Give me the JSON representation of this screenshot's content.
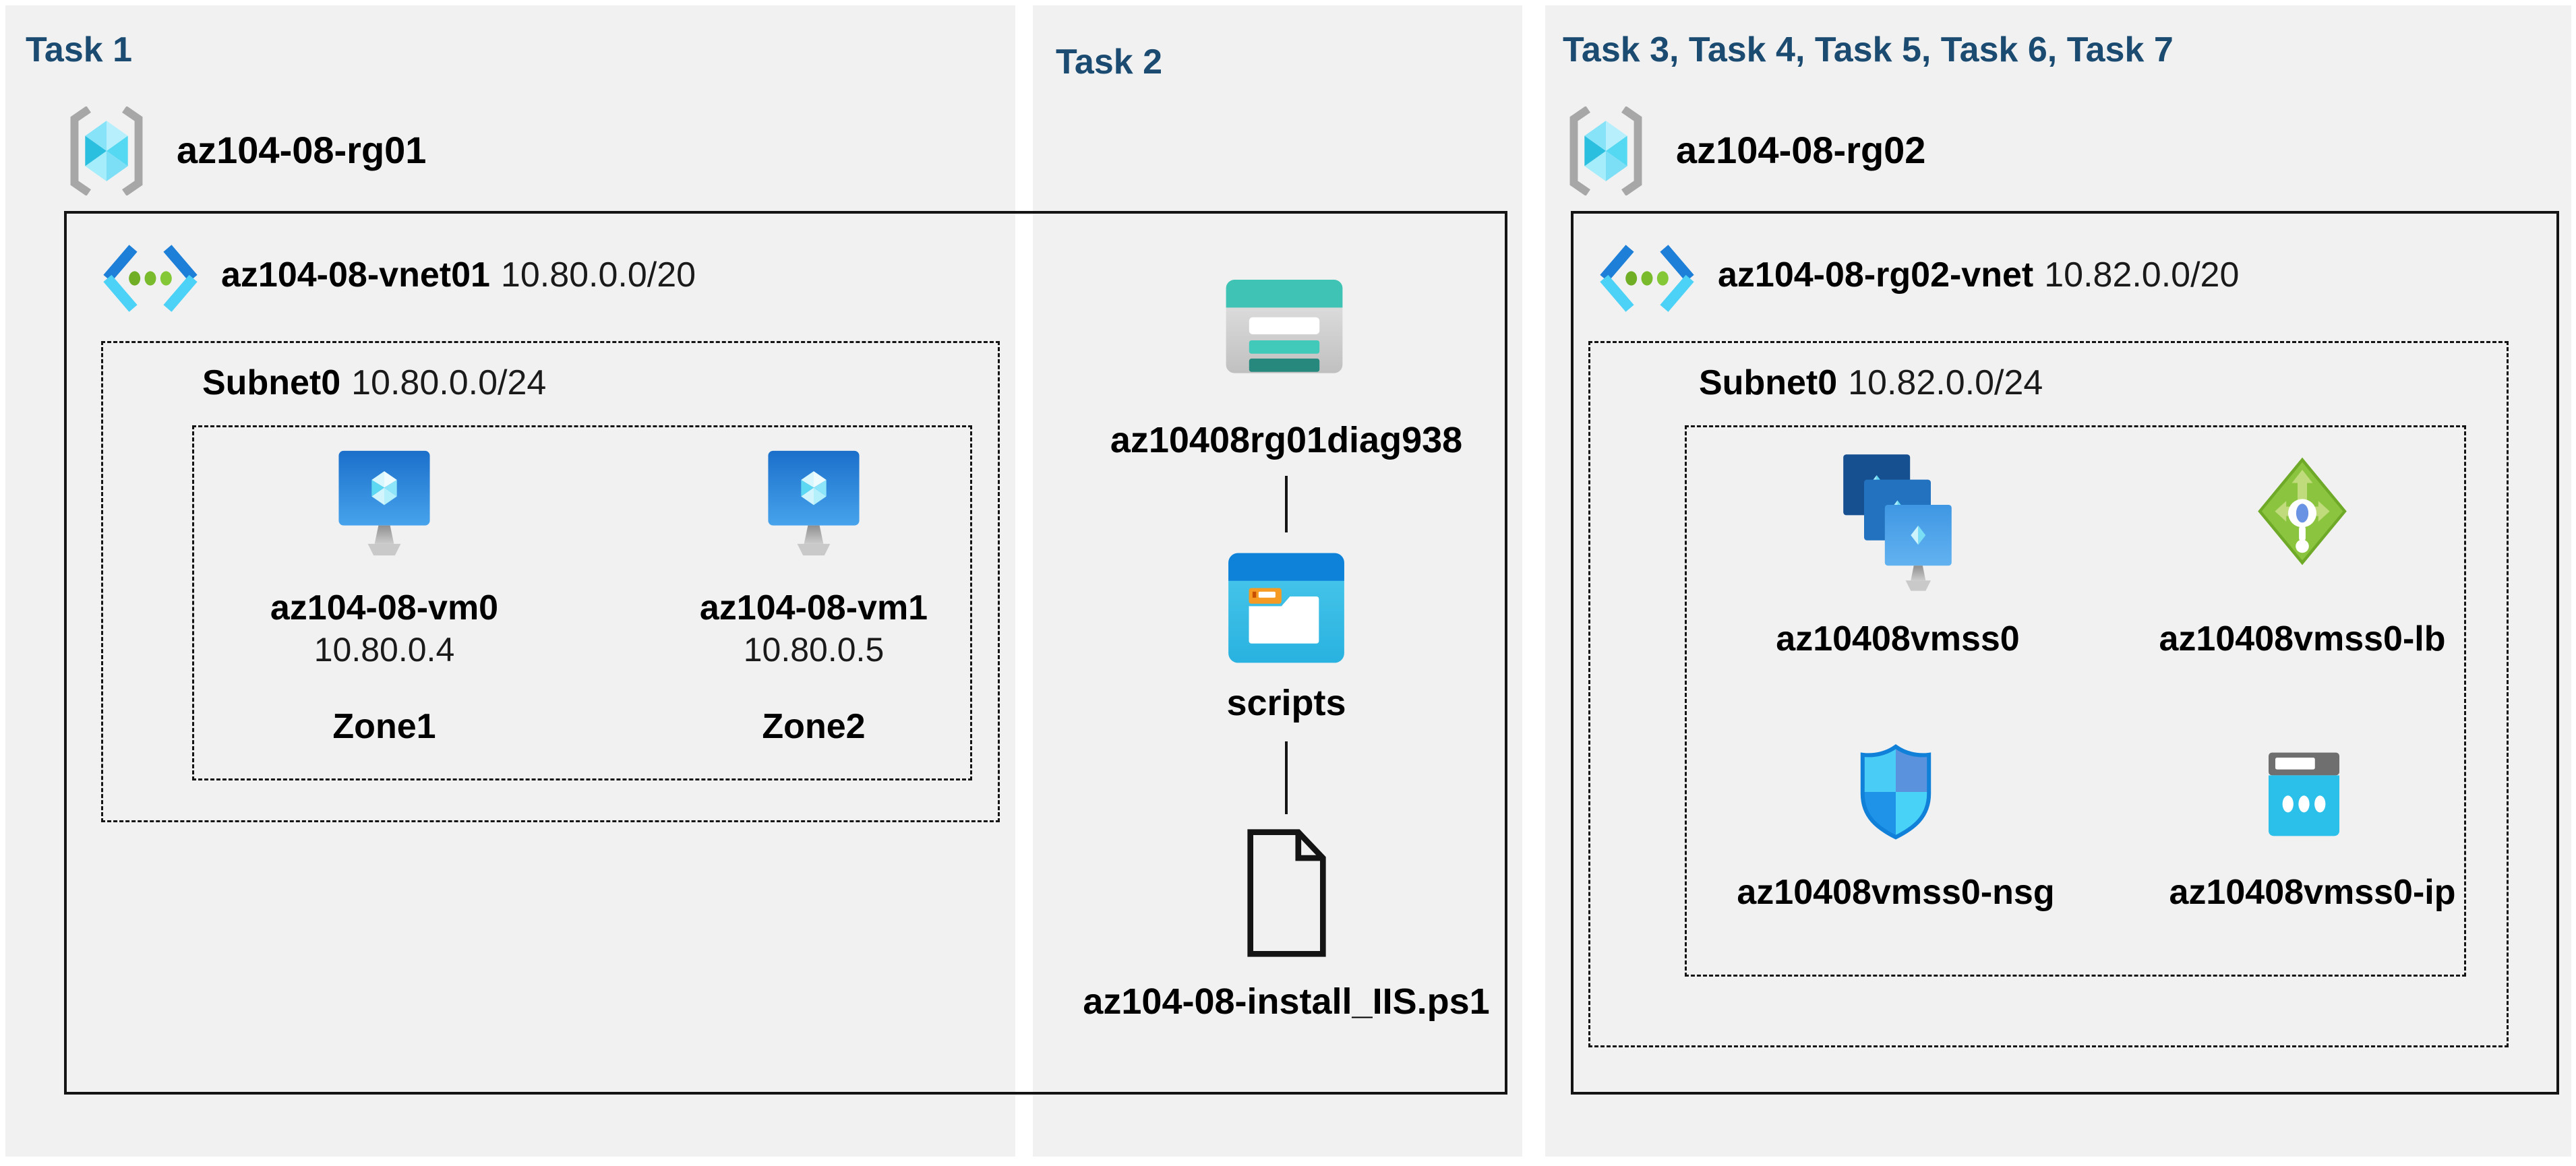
{
  "task1": {
    "heading": "Task 1",
    "resource_group": "az104-08-rg01",
    "vnet_name": "az104-08-vnet01",
    "vnet_cidr": "10.80.0.0/20",
    "subnet_name": "Subnet0",
    "subnet_cidr": "10.80.0.0/24",
    "vm0": {
      "name": "az104-08-vm0",
      "ip": "10.80.0.4",
      "zone": "Zone1"
    },
    "vm1": {
      "name": "az104-08-vm1",
      "ip": "10.80.0.5",
      "zone": "Zone2"
    }
  },
  "task2": {
    "heading": "Task 2",
    "storage_account": "az10408rg01diag938",
    "container": "scripts",
    "file": "az104-08-install_IIS.ps1"
  },
  "task3": {
    "heading": "Task 3, Task 4, Task 5, Task 6, Task 7",
    "resource_group": "az104-08-rg02",
    "vnet_name": "az104-08-rg02-vnet",
    "vnet_cidr": "10.82.0.0/20",
    "subnet_name": "Subnet0",
    "subnet_cidr": "10.82.0.0/24",
    "vmss": "az10408vmss0",
    "load_balancer": "az10408vmss0-lb",
    "nsg": "az10408vmss0-nsg",
    "public_ip": "az10408vmss0-ip"
  },
  "colors": {
    "panel_background": "#f1f1f2",
    "heading": "#1b4b70",
    "text": "#000000",
    "box_border": "#141414",
    "azure_blue": "#1d7fd7",
    "azure_cyan": "#4cd2f6",
    "vnet_dot_green": "#7abb2e",
    "storage_teal": "#3ec3b4",
    "container_blue": "#0e81d9",
    "folder_orange": "#f59a23",
    "lb_green": "#8bc53f",
    "nsg_blue": "#1f93e8",
    "ip_cyan": "#2bc0ea"
  },
  "icons": [
    "resource-group-icon",
    "virtual-network-icon",
    "virtual-machine-icon",
    "storage-account-icon",
    "blob-container-icon",
    "file-icon",
    "vmss-icon",
    "load-balancer-icon",
    "nsg-icon",
    "public-ip-icon"
  ]
}
